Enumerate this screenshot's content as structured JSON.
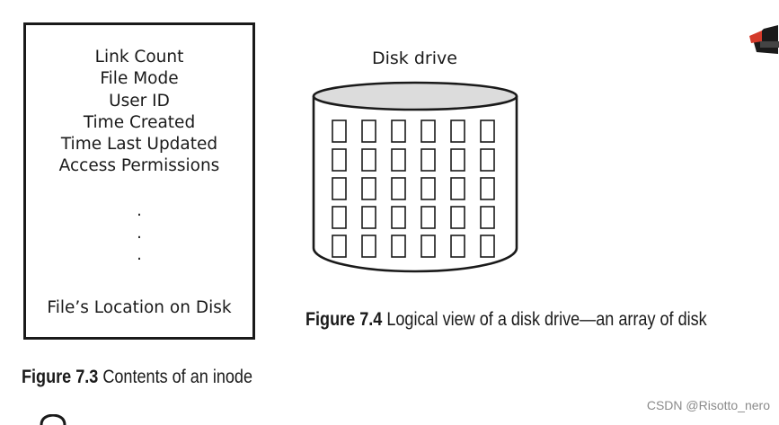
{
  "inode": {
    "fields": [
      "Link Count",
      "File Mode",
      "User ID",
      "Time Created",
      "Time Last Updated",
      "Access Permissions"
    ],
    "ellipsis": [
      ".",
      ".",
      "."
    ],
    "location": "File’s Location on Disk"
  },
  "disk": {
    "title": "Disk drive",
    "block_rows": 5,
    "block_cols": 6
  },
  "captions": {
    "fig_7_4": {
      "number": "Figure 7.4",
      "text": "Logical view of a disk drive—an array of disk"
    },
    "fig_7_3": {
      "number": "Figure 7.3",
      "text": "Contents of an inode"
    }
  },
  "watermark": "CSDN @Risotto_nero"
}
